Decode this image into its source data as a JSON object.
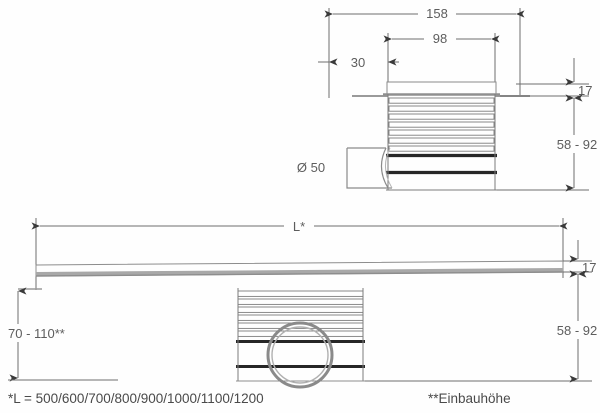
{
  "drawing": {
    "type": "technical-dimension-drawing",
    "title": "Shower channel drain — sectional views",
    "background_color": "#fefefe",
    "line_color": "#6e6e6e",
    "dark_line_color": "#2b2b2b",
    "text_color": "#5d5d5d"
  },
  "top_view": {
    "name": "outlet-detail-section",
    "dimensions": {
      "overall_width": "158",
      "inner_width": "98",
      "offset_left": "30",
      "flange_thickness": "17",
      "body_height_range": "58 - 92",
      "outlet_diameter": "Ø 50"
    }
  },
  "bottom_view": {
    "name": "channel-length-section",
    "dimensions": {
      "length": "L*",
      "install_height_range": "70 - 110**",
      "flange_thickness": "17",
      "body_height_range": "58 - 92"
    }
  },
  "footnotes": {
    "left": "*L = 500/600/700/800/900/1000/1100/1200",
    "right": "**Einbauhöhe"
  }
}
